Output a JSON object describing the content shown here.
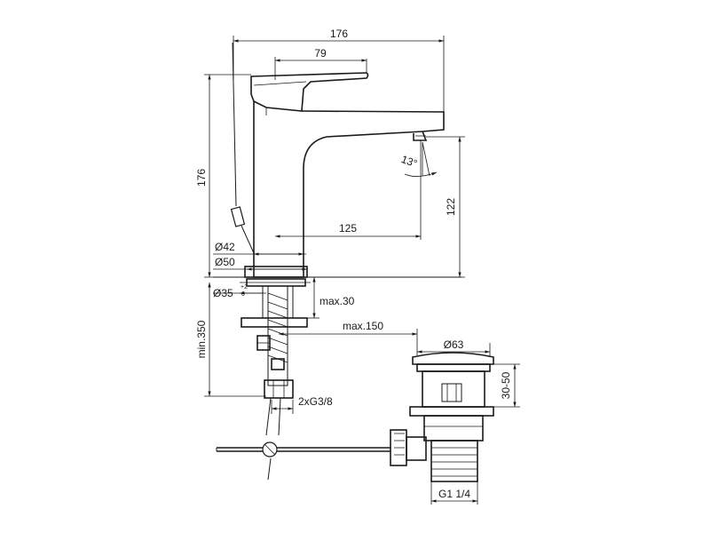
{
  "dimensions": {
    "overall_width": "176",
    "handle_length": "79",
    "overall_height": "176",
    "spout_height": "122",
    "spout_reach": "125",
    "body_diameter": "Ø42",
    "base_diameter": "Ø50",
    "hole_diameter": "Ø35",
    "hole_tolerance": "+2",
    "hole_tolerance_lower": "0",
    "max_deck": "max.30",
    "min_hose": "min.350",
    "max_rod": "max.150",
    "hose_thread": "2xG3/8",
    "waste_diameter": "Ø63",
    "waste_range": "30-50",
    "waste_thread": "G1 1/4",
    "spray_angle": "13°"
  }
}
